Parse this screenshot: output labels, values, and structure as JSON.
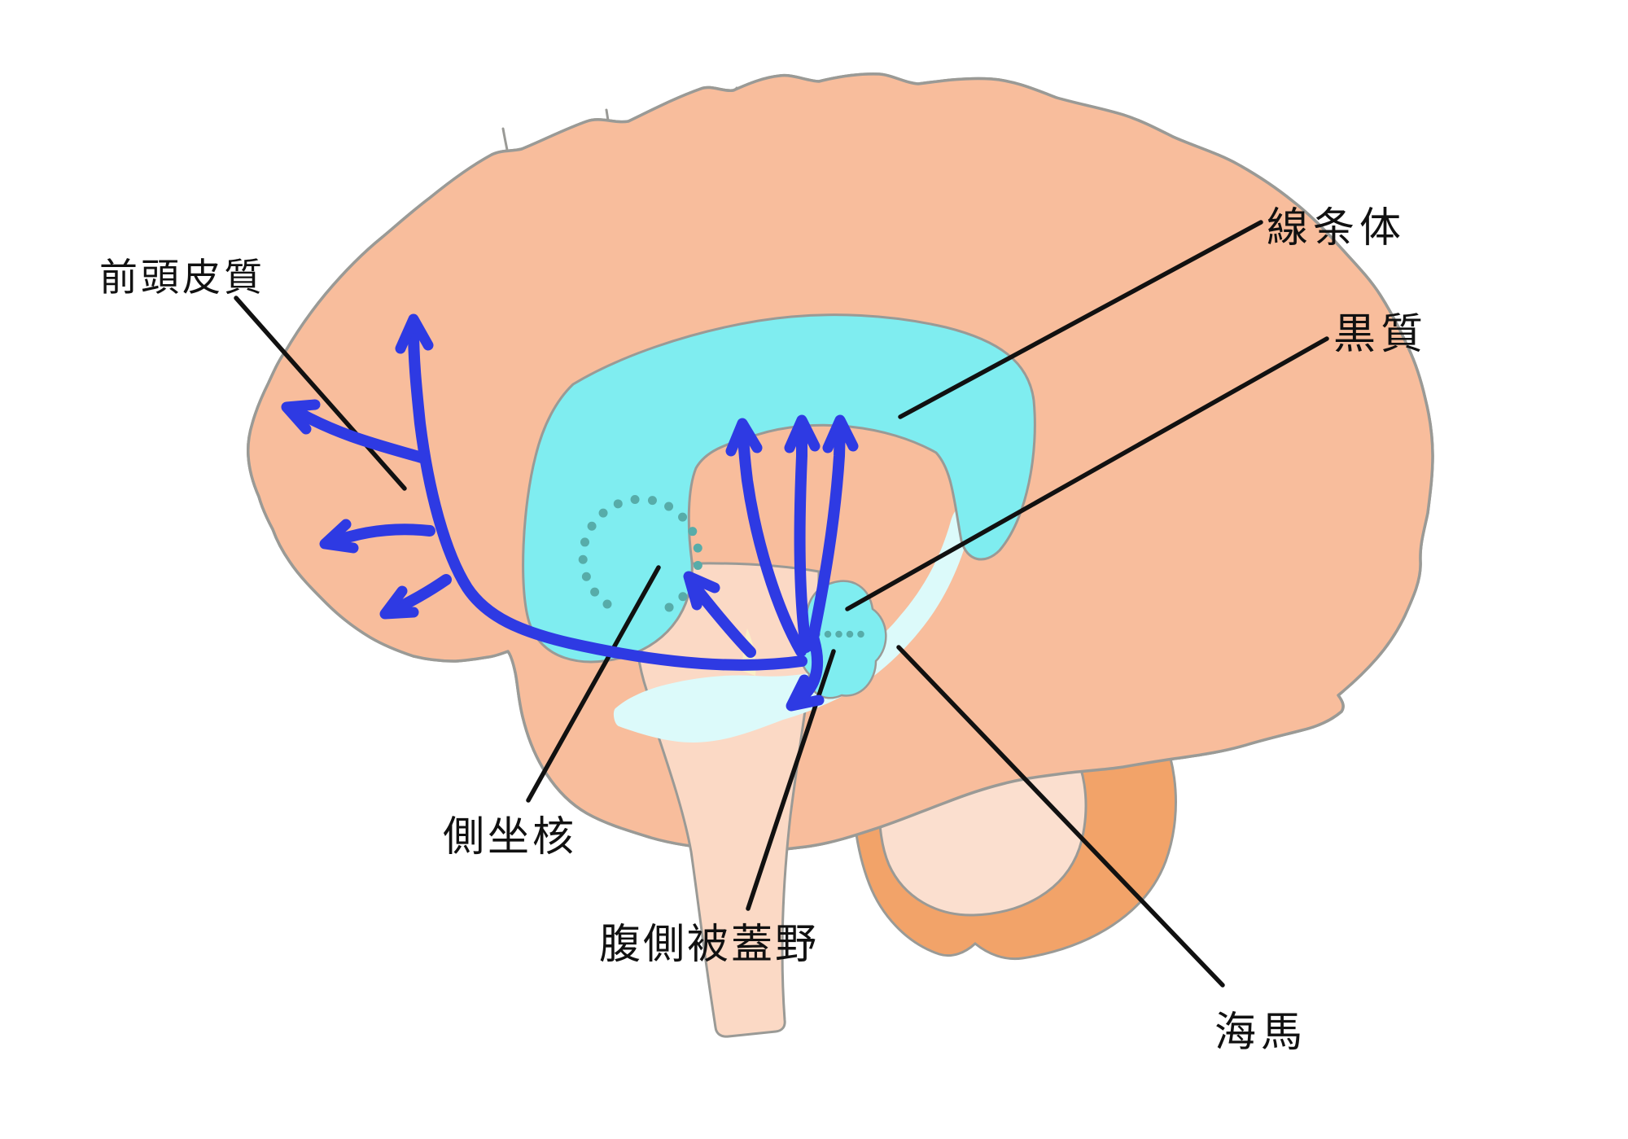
{
  "page": {
    "background": "#ffffff"
  },
  "diagram": {
    "description": "Sagittal human brain schematic with dopamine pathway arrows",
    "labels": [
      {
        "id": "prefrontal-cortex",
        "text": "前頭皮質"
      },
      {
        "id": "striatum",
        "text": "線条体"
      },
      {
        "id": "substantia-nigra",
        "text": "黒質"
      },
      {
        "id": "nucleus-accumbens",
        "text": "側坐核"
      },
      {
        "id": "ventral-tegmental-area",
        "text": "腹側被蓋野"
      },
      {
        "id": "hippocampus",
        "text": "海馬"
      }
    ],
    "colors": {
      "cortex": "#F8BD9C",
      "frontal_cortex_highlight": "#D3F8F6",
      "striatum": "#7FEDF0",
      "substantia_nigra": "#7FEDF0",
      "hippocampal_band": "#DCFAFA",
      "brainstem": "#FBD9C5",
      "cerebellum_outer": "#F2A369",
      "cerebellum_inner": "#FBDFCF",
      "pathway_arrows": "#2E3AE3",
      "leader_lines": "#111111",
      "outline_gray": "#9A9A96",
      "dotted_marks": "#57ACA9"
    }
  }
}
